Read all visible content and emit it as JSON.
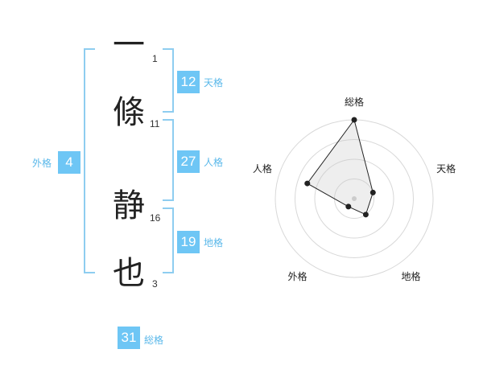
{
  "name": {
    "chars": [
      {
        "char": "一",
        "strokes": "1"
      },
      {
        "char": "條",
        "strokes": "11"
      },
      {
        "char": "静",
        "strokes": "16"
      },
      {
        "char": "也",
        "strokes": "3"
      }
    ]
  },
  "kaku": {
    "tenkaku": {
      "value": "12",
      "label": "天格"
    },
    "jinkaku": {
      "value": "27",
      "label": "人格"
    },
    "chikaku": {
      "value": "19",
      "label": "地格"
    },
    "gaikaku": {
      "value": "4",
      "label": "外格"
    },
    "soukaku": {
      "value": "31",
      "label": "総格"
    }
  },
  "colors": {
    "accent": "#6ec6f5",
    "bracket": "#8ecdf0"
  },
  "chart_data": {
    "type": "radar",
    "axes": [
      "総格",
      "天格",
      "地格",
      "外格",
      "人格"
    ],
    "rings": 4,
    "max": 4,
    "values": [
      4,
      1,
      1,
      0.5,
      2.5
    ]
  }
}
